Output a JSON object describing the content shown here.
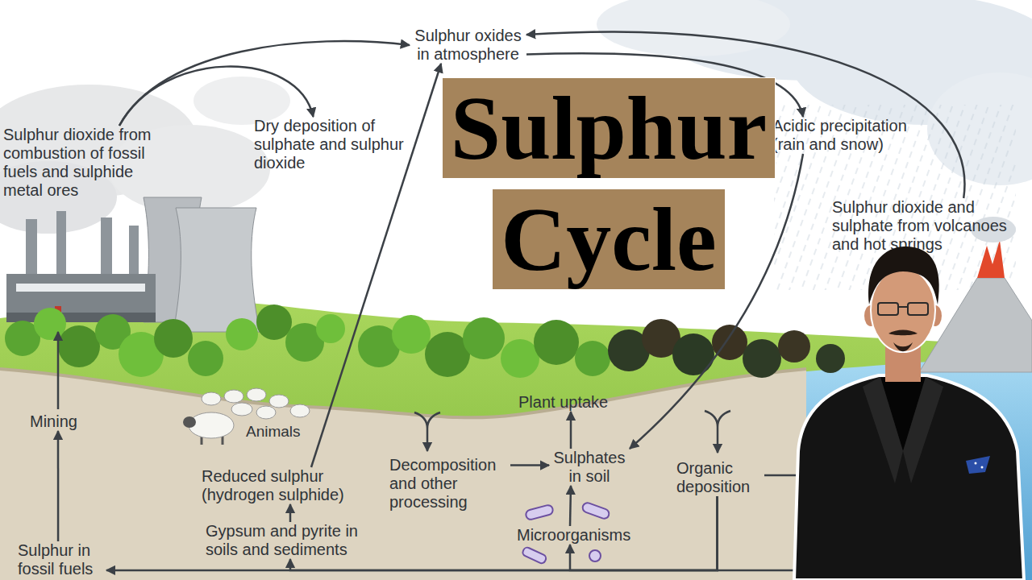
{
  "diagram": {
    "title": "Sulphur Cycle",
    "nodes": [
      {
        "text": [
          "Sulphur oxides in atmosphere"
        ]
      },
      {
        "text": [
          "Sulphur dioxide from combustion of fossil fuels and sulphide metal ores"
        ]
      },
      {
        "text": [
          "Dry deposition of sulphate and sulphur dioxide"
        ]
      },
      {
        "text": [
          "Acidic precipitation (rain and snow)"
        ]
      },
      {
        "text": [
          "Sulphur dioxide and sulphate from volcanoes and hot springs"
        ]
      },
      {
        "text": [
          "Plant uptake"
        ]
      },
      {
        "text": [
          "Mining"
        ]
      },
      {
        "text": [
          "Decomposition and other processing"
        ]
      },
      {
        "text": [
          "Sulphates in soil"
        ]
      },
      {
        "text": [
          "Organic deposition"
        ]
      },
      {
        "text": [
          "Reduced sulphur (hydrogen sulphide)"
        ]
      },
      {
        "text": [
          "Microorganisms"
        ]
      },
      {
        "text": [
          "Gypsum and pyrite in soils and sediments"
        ]
      },
      {
        "text": [
          "Sulphur in fossil fuels"
        ]
      }
    ],
    "edges": [
      {
        "from": 1,
        "to": 0,
        "arrow": "to"
      },
      {
        "from": 1,
        "to": 2,
        "arrow": "to"
      },
      {
        "from": 10,
        "to": 0,
        "arrow": "to"
      },
      {
        "from": 0,
        "to": 3,
        "arrow": "to"
      },
      {
        "from": 4,
        "to": 0,
        "arrow": "to"
      },
      {
        "from": 3,
        "to": 8,
        "arrow": "to"
      },
      {
        "from": 7,
        "to": 8,
        "arrow": "to"
      },
      {
        "from": 8,
        "to": 5,
        "arrow": "to"
      },
      {
        "from": 11,
        "to": 8,
        "arrow": "to"
      },
      {
        "from": 12,
        "to": 10,
        "arrow": "to"
      },
      {
        "from": 13,
        "to": 6,
        "arrow": "to"
      },
      {
        "from": 9,
        "to": 13,
        "arrow": "to"
      },
      {
        "from": 9,
        "to": 12,
        "arrow": "to"
      },
      {
        "from": 9,
        "to": 11,
        "arrow": "to"
      }
    ],
    "labels": [
      "Animals"
    ]
  }
}
